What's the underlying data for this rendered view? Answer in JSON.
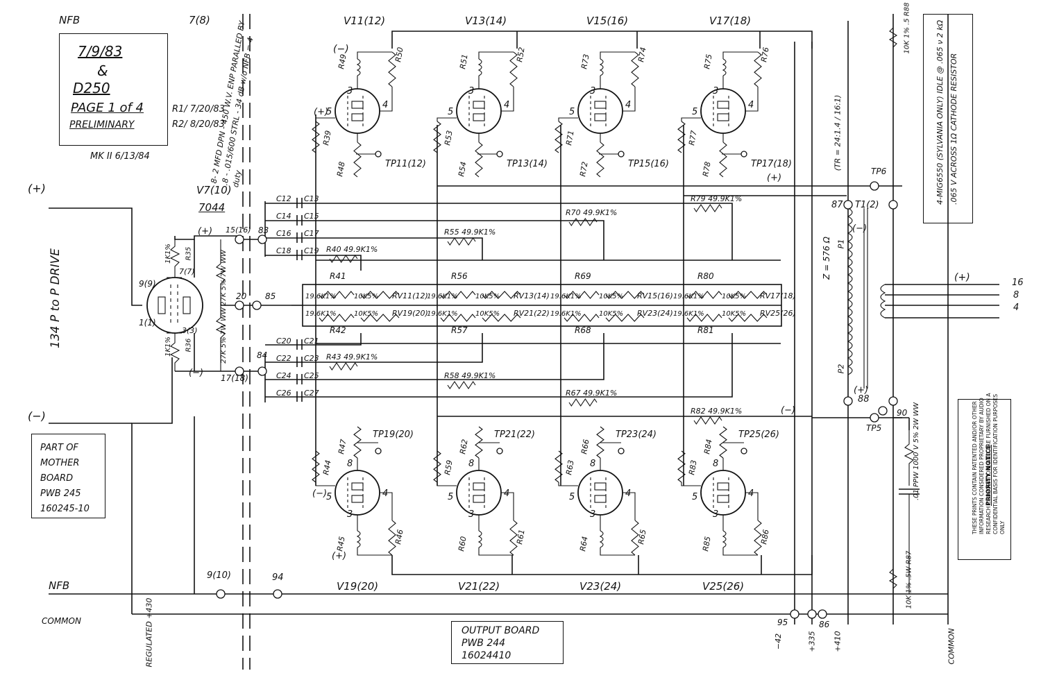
{
  "title_block": {
    "date": "7/9/83",
    "amp": "&",
    "model": "D250",
    "page": "PAGE 1 of 4",
    "status": "PRELIMINARY",
    "rev1": "R1/ 7/20/83",
    "rev2": "R2/ 8/20/83",
    "mk": "MK II 6/13/84"
  },
  "left_labels": {
    "nfb_top": "NFB",
    "drive": "134 P to P DRIVE",
    "plus": "(+)",
    "minus": "(−)",
    "nfb_bottom": "NFB",
    "common": "COMMON",
    "v7": "V7(10)",
    "tube_type": "7044",
    "node7": "7(8)"
  },
  "cap_note": "8- 2 MFD DPN - 450 W.V. ENP  PARALLED BY .8 - .015/600 STRL  - 34 dB w/o NFB = 4 duty",
  "part_of": [
    "PART OF",
    "MOTHER",
    "BOARD",
    "PWB 245",
    "160245-10"
  ],
  "output_board": [
    "OUTPUT BOARD",
    "PWB 244",
    "16024410"
  ],
  "priority_notice": {
    "title": "PRIORITY NOTICE",
    "body": "THESE PRINTS CONTAIN PATENTED AND/OR OTHER INFORMATION CONSIDERED PROPRIETARY BY AUDIO RESEARCH CORPORATION, AND ARE FURNISHED ON A CONFIDENTIAL BASIS FOR IDENTIFICATION PURPOSES ONLY"
  },
  "tube_note": "4-MIG6550 (SYLVANIA ONLY) IDLE @ .065 ν 2 kΩ .065 V ACROSS 1Ω CATHODE RESISTOR",
  "transformer": {
    "ratio": "(TR = 24:1.4 / 16:1)",
    "z": "Z = 576 Ω",
    "tp6": "TP6",
    "tp5": "TP5",
    "t1": "T1(2)",
    "n87": "87",
    "n88": "88",
    "n90": "90",
    "p1": "P1",
    "p2": "P2",
    "cap": ".01 PPW 1000 V 5% 2W WW",
    "r88": "10K 1% .5 R88",
    "r87": "10K 1% .5W R87"
  },
  "upper_tubes": [
    {
      "name": "V11(12)",
      "tp": "TP11(12)",
      "rg": "R39",
      "rk": "R48",
      "ra": "R49",
      "rb": "R50"
    },
    {
      "name": "V13(14)",
      "tp": "TP13(14)",
      "rg": "R53",
      "rk": "R54",
      "ra": "R51",
      "rb": "R52"
    },
    {
      "name": "V15(16)",
      "tp": "TP15(16)",
      "rg": "R71",
      "rk": "R72",
      "ra": "R73",
      "rb": "R74"
    },
    {
      "name": "V17(18)",
      "tp": "TP17(18)",
      "rg": "R77",
      "rk": "R78",
      "ra": "R75",
      "rb": "R76"
    }
  ],
  "lower_tubes": [
    {
      "name": "V19(20)",
      "tp": "TP19(20)",
      "rg": "R44",
      "rk": "R45",
      "ra": "R47",
      "rb": "R46"
    },
    {
      "name": "V21(22)",
      "tp": "TP21(22)",
      "rg": "R59",
      "rk": "R60",
      "ra": "R62",
      "rb": "R61"
    },
    {
      "name": "V23(24)",
      "tp": "TP23(24)",
      "rg": "R63",
      "rk": "R64",
      "ra": "R66",
      "rb": "R65"
    },
    {
      "name": "V25(26)",
      "tp": "TP25(26)",
      "rg": "R83",
      "rk": "R85",
      "ra": "R84",
      "rb": "R86"
    }
  ],
  "bias_upper": [
    {
      "r": "R41",
      "pot": "RV11(12)",
      "val": "19.6K1%",
      "pv": "10K5%"
    },
    {
      "r": "R56",
      "pot": "RV13(14)",
      "val": "19.6K1%",
      "pv": "10K5%"
    },
    {
      "r": "R69",
      "pot": "RV15(16)",
      "val": "19.6K1%",
      "pv": "10K5%"
    },
    {
      "r": "R80",
      "pot": "RV17(18)",
      "val": "19.6K1%",
      "pv": "10K5%"
    }
  ],
  "bias_lower": [
    {
      "r": "R42",
      "pot": "RV19(20)",
      "val": "19.6K1%",
      "pv": "10K5%"
    },
    {
      "r": "R57",
      "pot": "RV21(22)",
      "val": "19.6K1%",
      "pv": "10K5%"
    },
    {
      "r": "R68",
      "pot": "RV23(24)",
      "val": "19.6K1%",
      "pv": "10K5%"
    },
    {
      "r": "R81",
      "pot": "RV25(26)",
      "val": "19.6K1%",
      "pv": "10K5%"
    }
  ],
  "grid_resistors": [
    "R40 49.9K1%",
    "R55 49.9K1%",
    "R70 49.9K1%",
    "R79 49.9K1%",
    "R43 49.9K1%",
    "R58 49.9K1%",
    "R67 49.9K1%",
    "R82 49.9K1%"
  ],
  "caps_upper": [
    "C12",
    "C13",
    "C14",
    "C15",
    "C16",
    "C17",
    "C18",
    "C19"
  ],
  "caps_lower": [
    "C20",
    "C21",
    "C22",
    "C23",
    "C24",
    "C25",
    "C26",
    "C27"
  ],
  "nodes": {
    "n15": "15(16)",
    "n83": "83",
    "n20": "20",
    "n85": "85",
    "n17": "17(18)",
    "n84": "84",
    "n9": "9(10)",
    "n94": "94",
    "n86": "86",
    "n95": "95",
    "n9_9": "9(9)",
    "n1": "1(1)"
  },
  "driver": {
    "r_top": "1K1%",
    "r35": "R35",
    "r36": "R36",
    "r_bot": "1K1%",
    "r_a": "27K 5% 7W WW",
    "r_b": "27K 5% 7W WW",
    "plus": "(+)",
    "minus": "(−)",
    "p7": "7(7)",
    "p3": "3(3)"
  },
  "supplies": [
    "REGULATED +430",
    "−42",
    "+335",
    "+410",
    "COMMON"
  ],
  "pin_labels": {
    "p3": "3",
    "p4": "4",
    "p5": "5",
    "p8": "8"
  },
  "misc": {
    "plus": "(+)",
    "minus": "(−)",
    "out_plus": "(+)",
    "out16": "16",
    "out8": "8",
    "out4": "4"
  }
}
